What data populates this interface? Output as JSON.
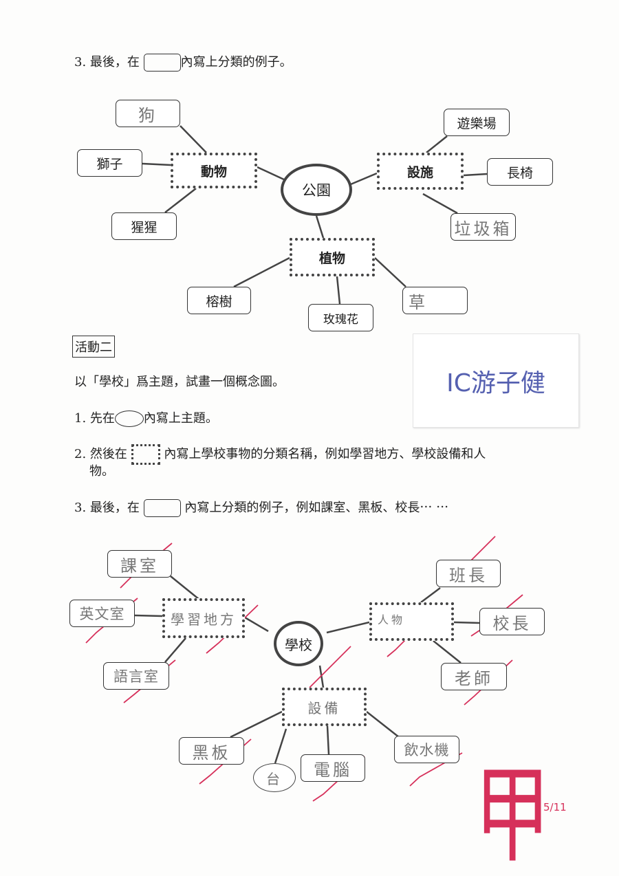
{
  "part1": {
    "instruction": {
      "prefix": "3. 最後，在",
      "suffix": "內寫上分類的例子。"
    },
    "center": "公園",
    "categories": [
      {
        "label": "動物",
        "examples": [
          "狗",
          "獅子",
          "猩猩"
        ]
      },
      {
        "label": "設施",
        "examples": [
          "遊樂場",
          "長椅",
          "垃圾箱"
        ]
      },
      {
        "label": "植物",
        "examples": [
          "榕樹",
          "玫瑰花",
          "草"
        ]
      }
    ]
  },
  "activity2": {
    "heading": "活動二",
    "intro": "以「學校」爲主題，試畫一個概念圖。",
    "step1": {
      "prefix": "1. 先在",
      "suffix": "內寫上主題。"
    },
    "step2": {
      "prefix": "2. 然後在",
      "suffix": "內寫上學校事物的分類名稱，例如學習地方、學校設備和人",
      "cont": "物。"
    },
    "step3": {
      "prefix": "3. 最後，在",
      "suffix": "內寫上分類的例子，例如課室、黑板、校長⋯ ⋯"
    }
  },
  "name_note": "IC游子健",
  "part2": {
    "center": "學校",
    "categories": [
      {
        "label": "學習地方",
        "examples": [
          "課室",
          "英文室",
          "語言室"
        ]
      },
      {
        "label": "人物",
        "examples": [
          "班長",
          "校長",
          "老師"
        ]
      },
      {
        "label": "設備",
        "examples": [
          "黑板",
          "台",
          "電腦",
          "飲水機"
        ]
      }
    ]
  },
  "grade": "甲",
  "date_mark": "5/11",
  "colors": {
    "red_ink": "#d6305a",
    "blue_ink": "#5560b0"
  }
}
